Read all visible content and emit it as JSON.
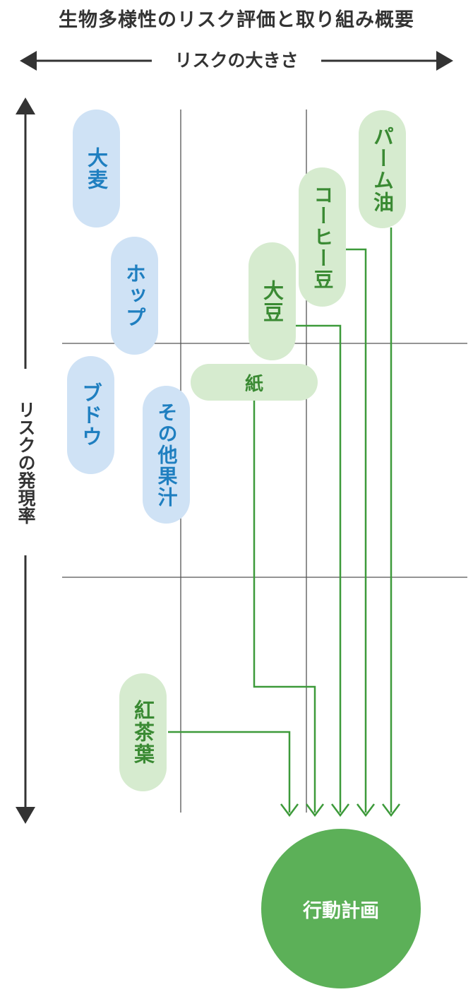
{
  "title": "生物多様性のリスク評価と取り組み概要",
  "x_axis_label": "リスクの大きさ",
  "y_axis_label": "リスクの発現率",
  "items": {
    "barley": "大麦",
    "hops": "ホップ",
    "grapes": "ブドウ",
    "other_fruit_juice": "その他果汁",
    "palm_oil": "パーム油",
    "coffee_beans": "コーヒー豆",
    "soybeans": "大豆",
    "paper": "紙",
    "black_tea_leaves": "紅茶葉"
  },
  "action_plan": "行動計画",
  "colors": {
    "grid": "#555555",
    "axis_arrow": "#333333",
    "flow_arrow": "#3d9a3a",
    "blue_pill": "#cfe2f5",
    "blue_text": "#1f7fc0",
    "green_pill": "#d6ebcf",
    "green_text": "#3a8a33",
    "action_circle": "#5cb058"
  }
}
